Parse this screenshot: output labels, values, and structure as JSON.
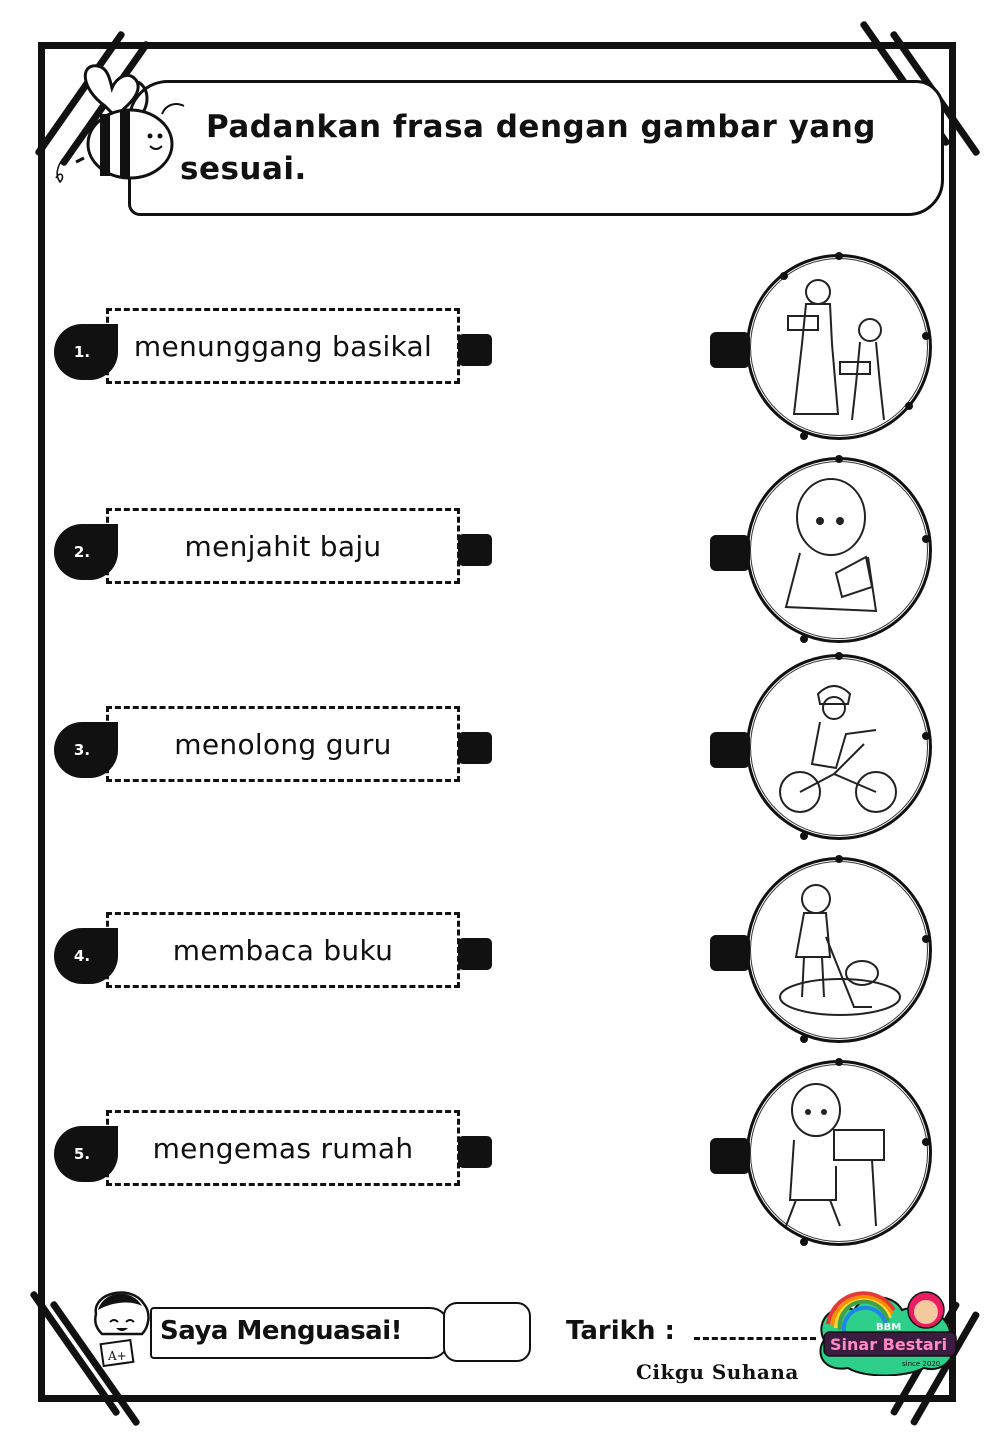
{
  "worksheet": {
    "instruction": {
      "line1": "Padankan frasa dengan gambar yang",
      "line2": "sesuai."
    },
    "items": [
      {
        "number": "1.",
        "phrase": "menunggang basikal"
      },
      {
        "number": "2.",
        "phrase": "menjahit baju"
      },
      {
        "number": "3.",
        "phrase": "menolong guru"
      },
      {
        "number": "4.",
        "phrase": "membaca buku"
      },
      {
        "number": "5.",
        "phrase": "mengemas rumah"
      }
    ],
    "pictures": [
      {
        "depicts": "teacher and boy carrying books"
      },
      {
        "depicts": "girl reading a book"
      },
      {
        "depicts": "boy riding a bicycle"
      },
      {
        "depicts": "girl vacuuming the floor"
      },
      {
        "depicts": "girl using a sewing machine"
      }
    ],
    "footer": {
      "mastery_label": "Saya Menguasai!",
      "score_value": "",
      "date_label": "Tarikh :",
      "date_value": "",
      "signature": "Cikgu Suhana",
      "logo_top": "BBM",
      "logo_name": "Sinar Bestari",
      "logo_since": "since 2020"
    }
  },
  "colors": {
    "ink": "#111111",
    "paper": "#ffffff"
  }
}
